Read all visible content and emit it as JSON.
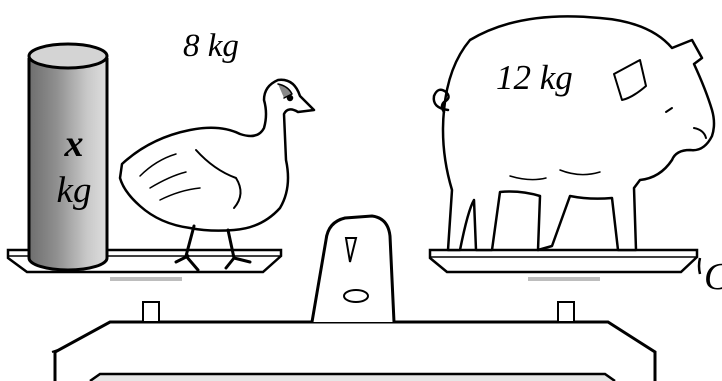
{
  "weights": {
    "duck_label": "8 kg",
    "pig_label": "12 kg",
    "cylinder_variable": "x",
    "cylinder_unit": "kg"
  },
  "edge_glyph": "C",
  "colors": {
    "outline": "#000000",
    "cylinder_dark": "#6e6e6e",
    "cylinder_light": "#d4d4d4",
    "pan_shadow": "#bdbdbd",
    "body": "#ffffff"
  }
}
